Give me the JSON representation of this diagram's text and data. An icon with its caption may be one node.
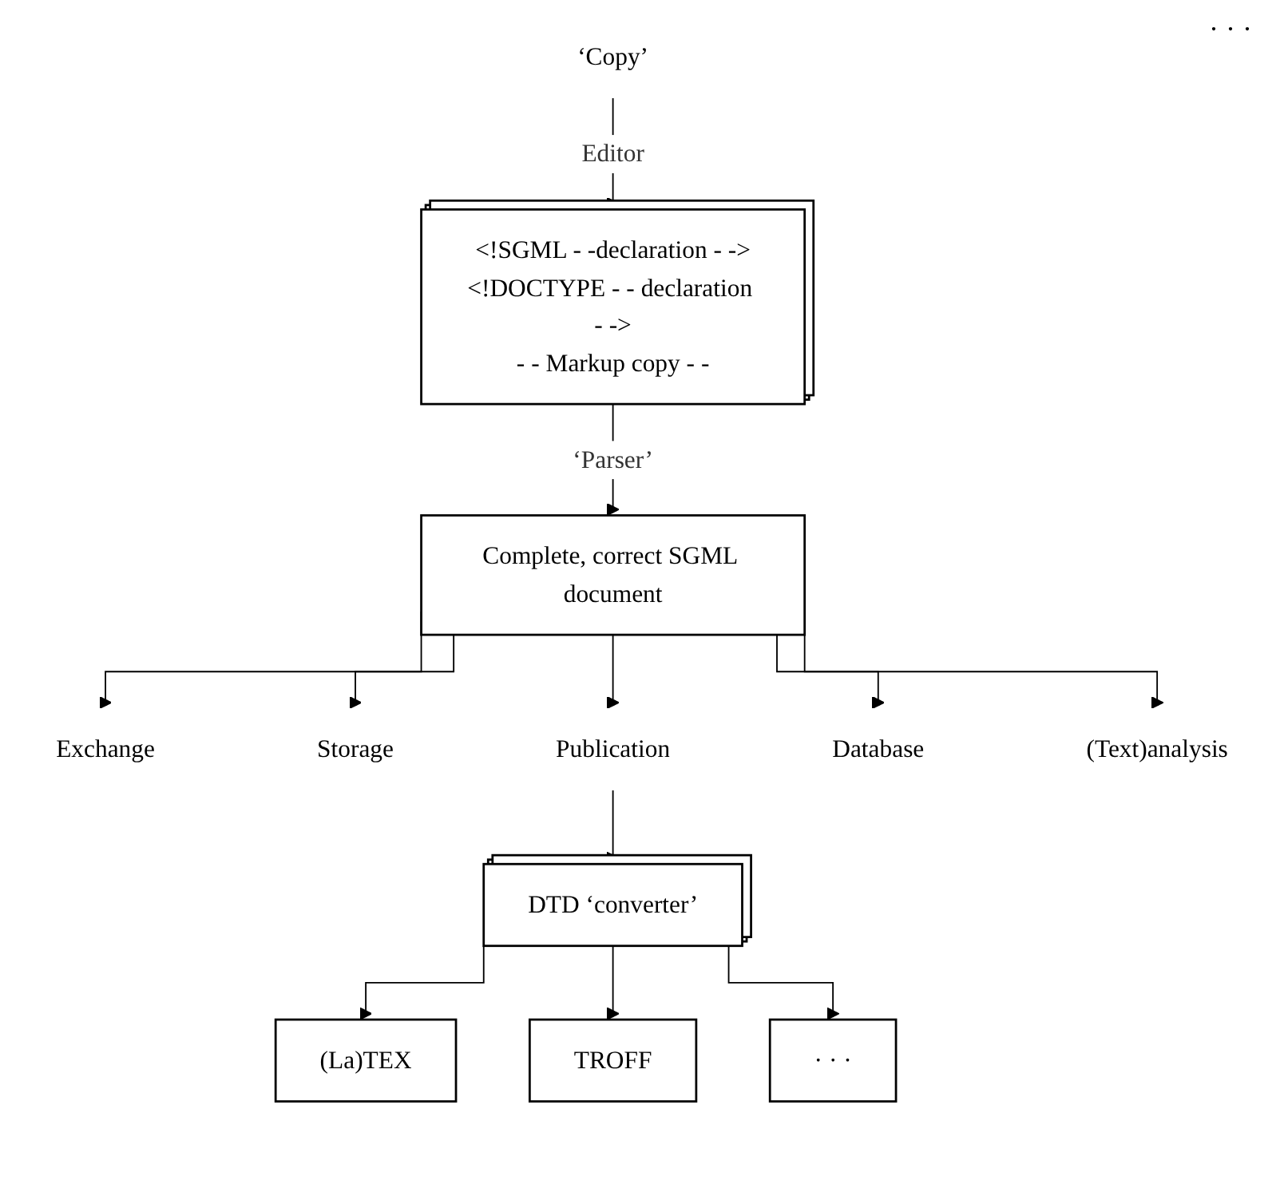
{
  "diagram": {
    "nodes": [
      {
        "text": [
          "‘Copy’"
        ]
      },
      {
        "text": [
          "<!SGML - -declaration - ->",
          "<!DOCTYPE - - declaration - ->",
          "- - Markup copy - -"
        ]
      },
      {
        "text": [
          "Complete, correct SGML document"
        ]
      },
      {
        "text": [
          "Exchange"
        ]
      },
      {
        "text": [
          "Storage"
        ]
      },
      {
        "text": [
          "Publication"
        ]
      },
      {
        "text": [
          "Database"
        ]
      },
      {
        "text": [
          "(Text)analysis"
        ]
      },
      {
        "text": [
          "DTD ‘converter’"
        ]
      },
      {
        "text": [
          "(La)TEX"
        ]
      },
      {
        "text": [
          "TROFF"
        ]
      },
      {
        "text": [
          "· · ·"
        ]
      }
    ],
    "edges": [
      {
        "from": 0,
        "to": 1,
        "arrow": "to",
        "label": "Editor"
      },
      {
        "from": 1,
        "to": 2,
        "arrow": "to",
        "label": "‘Parser’"
      },
      {
        "from": 2,
        "to": 3,
        "arrow": "to"
      },
      {
        "from": 2,
        "to": 4,
        "arrow": "to"
      },
      {
        "from": 2,
        "to": 5,
        "arrow": "to"
      },
      {
        "from": 2,
        "to": 6,
        "arrow": "to"
      },
      {
        "from": 2,
        "to": 7,
        "arrow": "to"
      },
      {
        "from": 5,
        "to": 8,
        "arrow": "to"
      },
      {
        "from": 8,
        "to": 9,
        "arrow": "to"
      },
      {
        "from": 8,
        "to": 10,
        "arrow": "to"
      },
      {
        "from": 8,
        "to": 11,
        "arrow": "to"
      }
    ],
    "labels": [
      "· · ·"
    ]
  }
}
